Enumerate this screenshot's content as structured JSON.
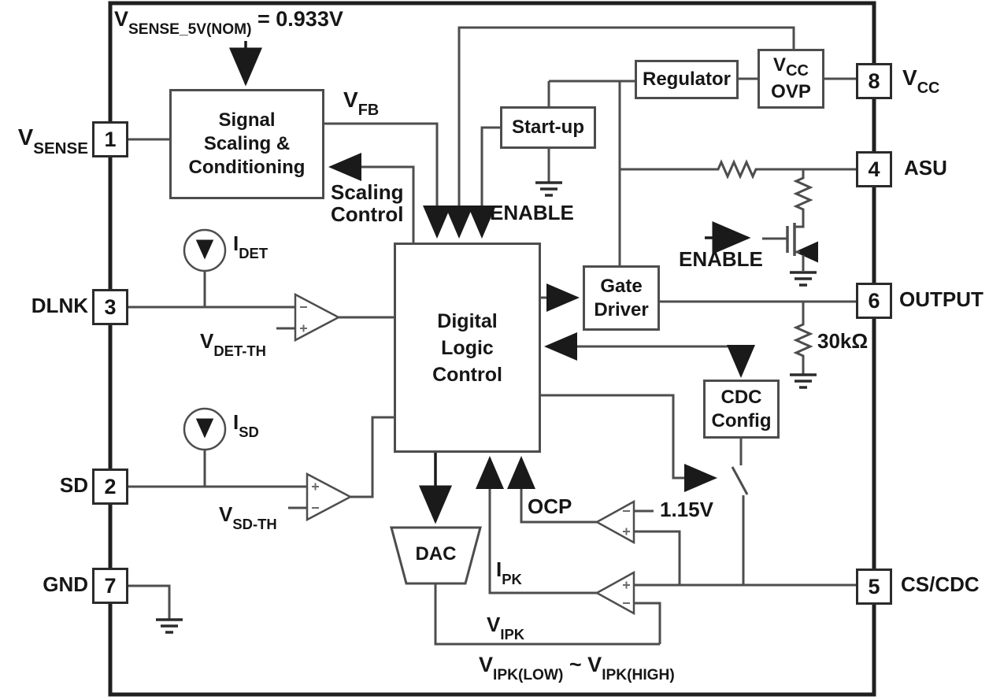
{
  "diagram": {
    "title_note": {
      "v": "V",
      "sub": "SENSE_5V(NOM)",
      "rest": " = 0.933V"
    },
    "blocks": {
      "signal_scaling": {
        "line1": "Signal",
        "line2": "Scaling &",
        "line3": "Conditioning"
      },
      "startup": {
        "label": "Start-up"
      },
      "regulator": {
        "label": "Regulator"
      },
      "vcc_ovp": {
        "v": "V",
        "v_sub": "CC",
        "line2": "OVP"
      },
      "gate_driver": {
        "line1": "Gate",
        "line2": "Driver"
      },
      "digital_logic": {
        "line1": "Digital",
        "line2": "Logic",
        "line3": "Control"
      },
      "cdc_config": {
        "line1": "CDC",
        "line2": "Config"
      },
      "dac": {
        "label": "DAC"
      }
    },
    "pins": {
      "pin1": {
        "number": "1",
        "name": "V",
        "name_sub": "SENSE"
      },
      "pin3": {
        "number": "3",
        "name": "DLNK"
      },
      "pin2": {
        "number": "2",
        "name": "SD"
      },
      "pin7": {
        "number": "7",
        "name": "GND"
      },
      "pin8": {
        "number": "8",
        "name": "V",
        "name_sub": "CC"
      },
      "pin4": {
        "number": "4",
        "name": "ASU"
      },
      "pin6": {
        "number": "6",
        "name": "OUTPUT"
      },
      "pin5": {
        "number": "5",
        "name": "CS/CDC"
      }
    },
    "labels": {
      "vfb": {
        "v": "V",
        "sub": "FB"
      },
      "scaling_control": {
        "line1": "Scaling",
        "line2": "Control"
      },
      "enable_left": "ENABLE",
      "enable_right": "ENABLE",
      "idet": {
        "v": "I",
        "sub": "DET"
      },
      "vdet_th": {
        "v": "V",
        "sub": "DET-TH"
      },
      "isd": {
        "v": "I",
        "sub": "SD"
      },
      "vsd_th": {
        "v": "V",
        "sub": "SD-TH"
      },
      "ocp": "OCP",
      "ref_1v15": "1.15V",
      "ipk": {
        "v": "I",
        "sub": "PK"
      },
      "vipk": {
        "v": "V",
        "sub": "IPK"
      },
      "vipk_range": {
        "v1": "V",
        "sub1": "IPK(LOW)",
        "mid": " ~ ",
        "v2": "V",
        "sub2": "IPK(HIGH)"
      },
      "r30k": "30kΩ"
    },
    "colors": {
      "wire": "#4d4d4d",
      "text": "#161616",
      "border": "#1f1f1f",
      "background": "#ffffff"
    }
  }
}
